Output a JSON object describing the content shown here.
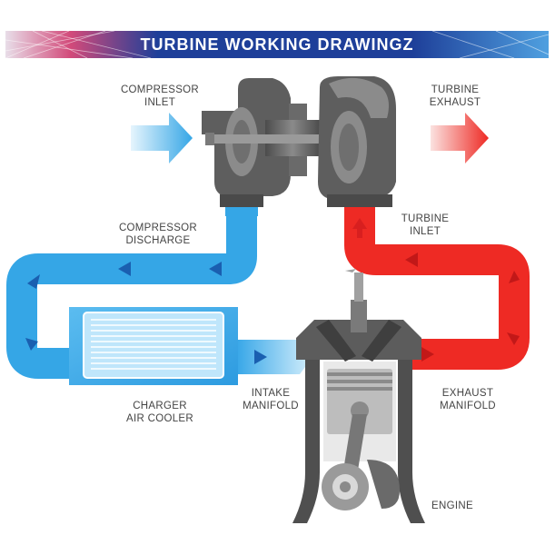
{
  "banner": {
    "title": "TURBINE WORKING DRAWINGZ"
  },
  "labels": {
    "compressor_inlet": [
      "COMPRESSOR",
      "INLET"
    ],
    "turbine_exhaust": [
      "TURBINE",
      "EXHAUST"
    ],
    "compressor_discharge": [
      "COMPRESSOR",
      "DISCHARGE"
    ],
    "turbine_inlet": [
      "TURBINE",
      "INLET"
    ],
    "charger_air_cooler": [
      "CHARGER",
      "AIR COOLER"
    ],
    "intake_manifold": [
      "INTAKE",
      "MANIFOLD"
    ],
    "exhaust_manifold": [
      "EXHAUST",
      "MANIFOLD"
    ],
    "engine": "ENGINE"
  },
  "colors": {
    "cold_air": "#35A6E6",
    "cold_air_light": "#CDEBFB",
    "hot_gas": "#EE2A24",
    "hot_gas_warm": "#F7A21B",
    "metal_dark": "#5E5E5E",
    "metal_mid": "#8B8B8B",
    "banner_blue": "#1E3F99"
  }
}
